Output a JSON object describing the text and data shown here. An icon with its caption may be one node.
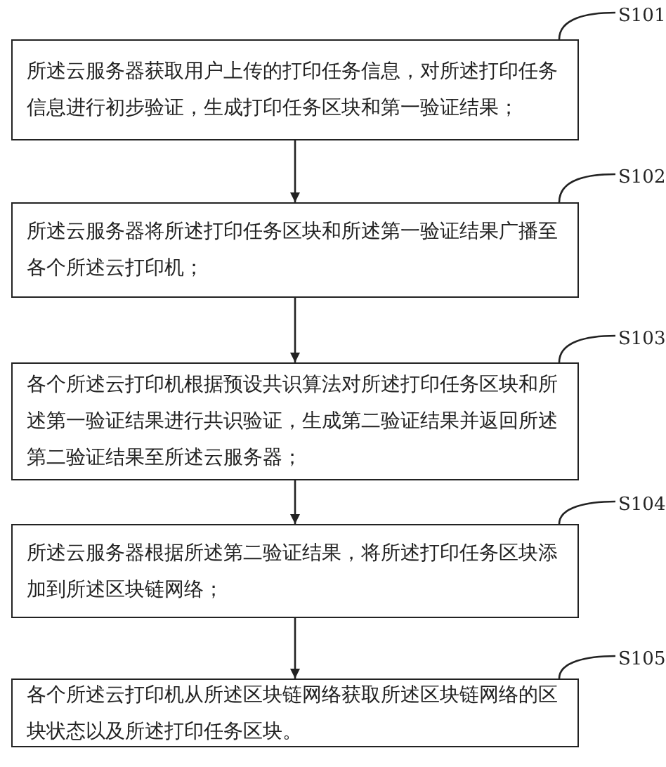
{
  "diagram": {
    "nodes": [
      {
        "text": [
          "S101"
        ]
      },
      {
        "text": [
          "所述云服务器获取用户上传的打印任务信息，对所述打印任务信息进行初步验证，生成打印任务区块和第一验证结果；"
        ]
      },
      {
        "text": [
          "S102"
        ]
      },
      {
        "text": [
          "所述云服务器将所述打印任务区块和所述第一验证结果广播至各个所述云打印机；"
        ]
      },
      {
        "text": [
          "S103"
        ]
      },
      {
        "text": [
          "各个所述云打印机根据预设共识算法对所述打印任务区块和所述第一验证结果进行共识验证，生成第二验证结果并返回所述第二验证结果至所述云服务器；"
        ]
      },
      {
        "text": [
          "S104"
        ]
      },
      {
        "text": [
          "所述云服务器根据所述第二验证结果，将所述打印任务区块添加到所述区块链网络；"
        ]
      },
      {
        "text": [
          "S105"
        ]
      },
      {
        "text": [
          "各个所述云打印机从所述区块链网络获取所述区块链网络的区块状态以及所述打印任务区块。"
        ]
      }
    ],
    "edges": [
      {
        "from": 0,
        "to": 1,
        "arrow": "none"
      },
      {
        "from": 2,
        "to": 3,
        "arrow": "none"
      },
      {
        "from": 4,
        "to": 5,
        "arrow": "none"
      },
      {
        "from": 6,
        "to": 7,
        "arrow": "none"
      },
      {
        "from": 8,
        "to": 9,
        "arrow": "none"
      },
      {
        "from": 1,
        "to": 3,
        "arrow": "to"
      },
      {
        "from": 3,
        "to": 5,
        "arrow": "to"
      },
      {
        "from": 5,
        "to": 7,
        "arrow": "to"
      },
      {
        "from": 7,
        "to": 9,
        "arrow": "to"
      }
    ]
  }
}
